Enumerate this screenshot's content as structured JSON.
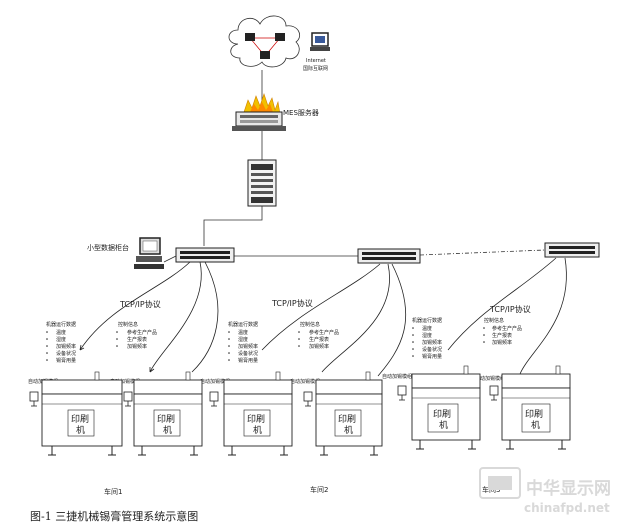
{
  "internet": {
    "label_en": "Internet",
    "label_cn": "国际互联网"
  },
  "mes_server": {
    "label": "MES服务器"
  },
  "console": {
    "label": "小型数据柜台"
  },
  "protocol_label": "TCP/IP协议",
  "workshops": [
    {
      "name": "车间1",
      "machine_data": {
        "title": "机器运行数据",
        "items": [
          "温度",
          "湿度",
          "加锡频率",
          "设备状况",
          "锡膏用量"
        ]
      },
      "control_info": {
        "title": "控制信息",
        "items": [
          "参考生产产品",
          "生产报表",
          "加锡频率"
        ]
      },
      "control_label": "自动加锡模组",
      "printers": [
        {
          "line1": "印刷",
          "line2": "机"
        },
        {
          "line1": "印刷",
          "line2": "机"
        }
      ]
    },
    {
      "name": "车间2",
      "machine_data": {
        "title": "机器运行数据",
        "items": [
          "温度",
          "湿度",
          "加锡频率",
          "设备状况",
          "锡膏用量"
        ]
      },
      "control_info": {
        "title": "控制信息",
        "items": [
          "参考生产产品",
          "生产报表",
          "加锡频率"
        ]
      },
      "control_label": "自动加锡模组",
      "printers": [
        {
          "line1": "印刷",
          "line2": "机"
        },
        {
          "line1": "印刷",
          "line2": "机"
        }
      ]
    },
    {
      "name": "车间3",
      "machine_data": {
        "title": "机器运行数据",
        "items": [
          "温度",
          "湿度",
          "加锡频率",
          "设备状况",
          "锡膏用量"
        ]
      },
      "control_info": {
        "title": "控制信息",
        "items": [
          "参考生产产品",
          "生产报表",
          "加锡频率"
        ]
      },
      "control_label": "自动加锡模组",
      "printers": [
        {
          "line1": "印刷",
          "line2": "机"
        },
        {
          "line1": "印刷",
          "line2": "机"
        }
      ]
    }
  ],
  "caption": "图-1 三捷机械锡膏管理系统示意图",
  "watermark": {
    "cn": "中华显示网",
    "url": "chinafpd.net"
  }
}
